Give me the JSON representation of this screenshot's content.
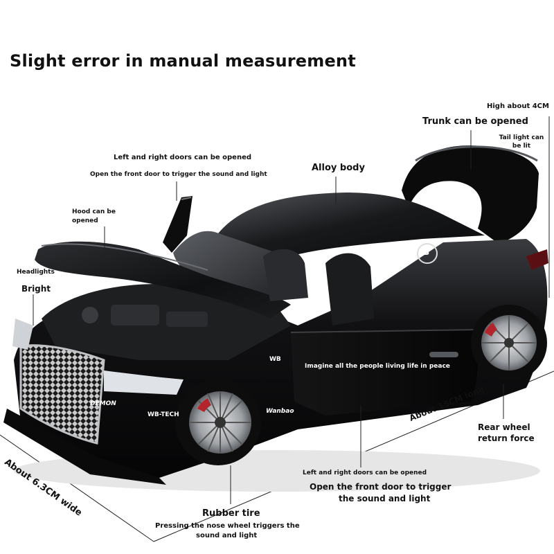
{
  "title": "Slight error in manual measurement",
  "labels": {
    "high": "High about 4CM",
    "trunk": "Trunk can be opened",
    "tail_light": "Tail light can be lit",
    "doors_top": "Left and right doors can be opened",
    "front_door_top": "Open the front door to trigger the sound and light",
    "alloy": "Alloy body",
    "hood": "Hood can be opened",
    "headlights": "Headlights",
    "bright": "Bright",
    "length": "About 15CM long",
    "rear_wheel_1": "Rear wheel",
    "rear_wheel_2": "return force",
    "width": "About 6.3CM wide",
    "doors_bottom": "Left and right doors can be opened",
    "front_door_bottom_1": "Open the front door to trigger",
    "front_door_bottom_2": "the sound and light",
    "rubber_tire": "Rubber tire",
    "nose_wheel_1": "Pressing the nose wheel triggers the",
    "nose_wheel_2": "sound and light"
  },
  "car_text": {
    "door_slogan": "Imagine all the people living life in peace",
    "demon": "DEMON",
    "wb_tech": "WB-TECH",
    "wanbao": "Wanbao",
    "logo_b": "B",
    "logo_wb": "WB"
  },
  "colors": {
    "body": "#0c0c0d",
    "highlight": "#5a5d63",
    "rim": "#b8babd",
    "caliper": "#b3252b"
  }
}
